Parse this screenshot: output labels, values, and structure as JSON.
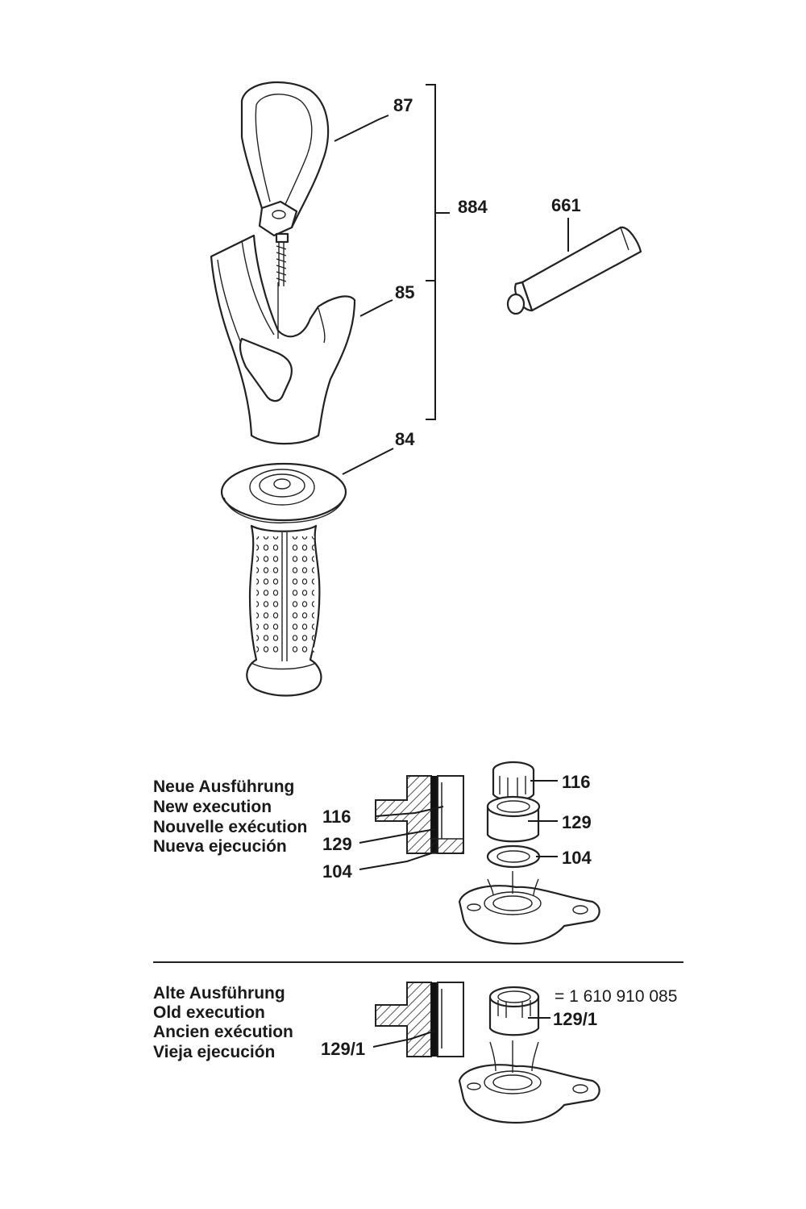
{
  "callouts": {
    "p87": "87",
    "p884": "884",
    "p661": "661",
    "p85": "85",
    "p84": "84",
    "new_116": "116",
    "new_129": "129",
    "new_104": "104",
    "new_sec_116": "116",
    "new_sec_129": "129",
    "new_sec_104": "104",
    "old_129_1": "129/1",
    "old_sec_129_1": "129/1",
    "old_part_number": "= 1 610 910 085"
  },
  "new_execution": {
    "lines": [
      "Neue Ausführung",
      "New execution",
      "Nouvelle exécution",
      "Nueva ejecución"
    ]
  },
  "old_execution": {
    "lines": [
      "Alte Ausführung",
      "Old execution",
      "Ancien exécution",
      "Vieja ejecución"
    ]
  }
}
